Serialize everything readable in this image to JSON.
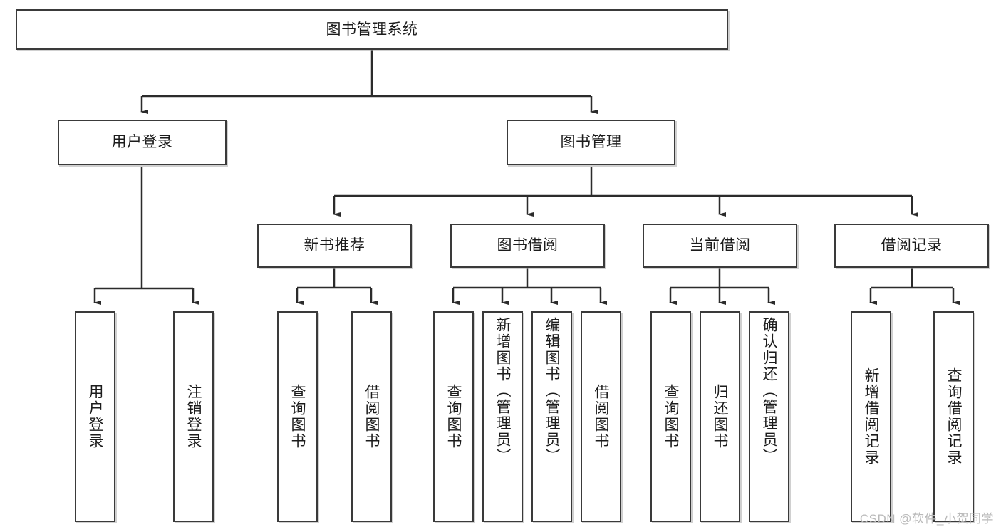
{
  "diagram": {
    "type": "tree-hierarchy",
    "title": "图书管理系统",
    "watermark": "CSDN @软件_小贺同学",
    "colors": {
      "box_border": "#3a3a3a",
      "box_fill": "#ffffff",
      "edge": "#2b2b2b",
      "text": "#1c1c1c",
      "watermark": "#b9b9b9"
    },
    "root": {
      "label": "图书管理系统"
    },
    "level2": [
      {
        "label": "用户登录"
      },
      {
        "label": "图书管理"
      }
    ],
    "level3": [
      {
        "label": "新书推荐"
      },
      {
        "label": "图书借阅"
      },
      {
        "label": "当前借阅"
      },
      {
        "label": "借阅记录"
      }
    ],
    "leaves": {
      "user_login": [
        {
          "label": "用户登录"
        },
        {
          "label": "注销登录"
        }
      ],
      "new_book": [
        {
          "label": "查询图书"
        },
        {
          "label": "借阅图书"
        }
      ],
      "book_borrow": [
        {
          "label": "查询图书"
        },
        {
          "label": "新增图书（管理员）"
        },
        {
          "label": "编辑图书（管理员）"
        },
        {
          "label": "借阅图书"
        }
      ],
      "current_borrow": [
        {
          "label": "查询图书"
        },
        {
          "label": "归还图书"
        },
        {
          "label": "确认归还（管理员）"
        }
      ],
      "borrow_record": [
        {
          "label": "新增借阅记录"
        },
        {
          "label": "查询借阅记录"
        }
      ]
    }
  }
}
